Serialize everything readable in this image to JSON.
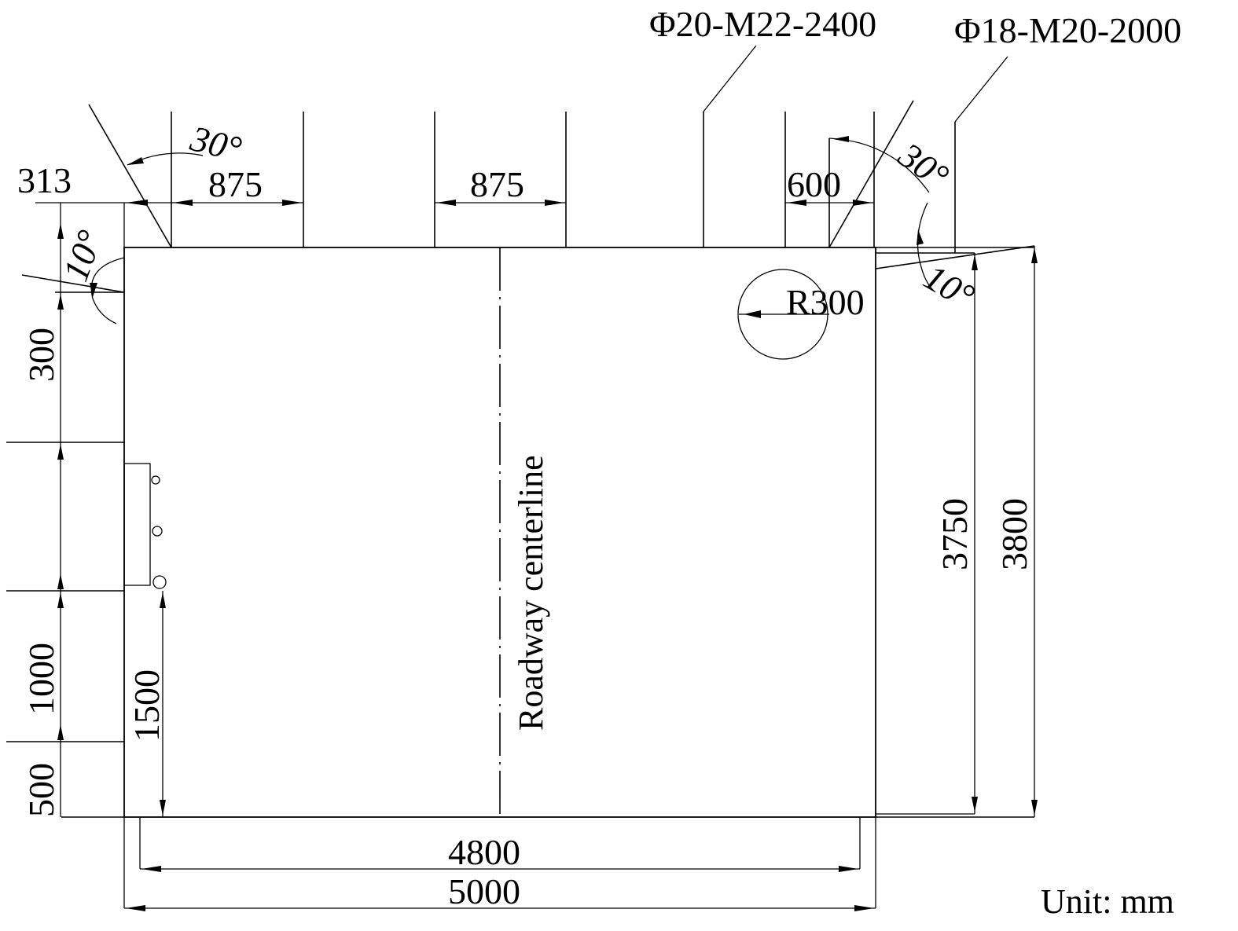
{
  "specs": {
    "left_bolt": "Φ20-M22-2400",
    "right_bolt": "Φ18-M20-2000"
  },
  "angles": {
    "top_left": "30°",
    "top_right": "30°",
    "side_left": "10°",
    "side_right": "10°"
  },
  "dimensions": {
    "edge_offset": "313",
    "spacing_left": "875",
    "spacing_middle": "875",
    "spacing_right": "600",
    "corner_radius": "R300",
    "top_spacing_left": "300",
    "wall_spacing": "1000",
    "bottom_offset": "500",
    "low_bolt_height": "1500",
    "wall_height_inner": "3750",
    "wall_height_outer": "3800",
    "net_width": "4800",
    "gross_width": "5000"
  },
  "labels": {
    "centerline": "Roadway centerline",
    "unit": "Unit: mm"
  }
}
